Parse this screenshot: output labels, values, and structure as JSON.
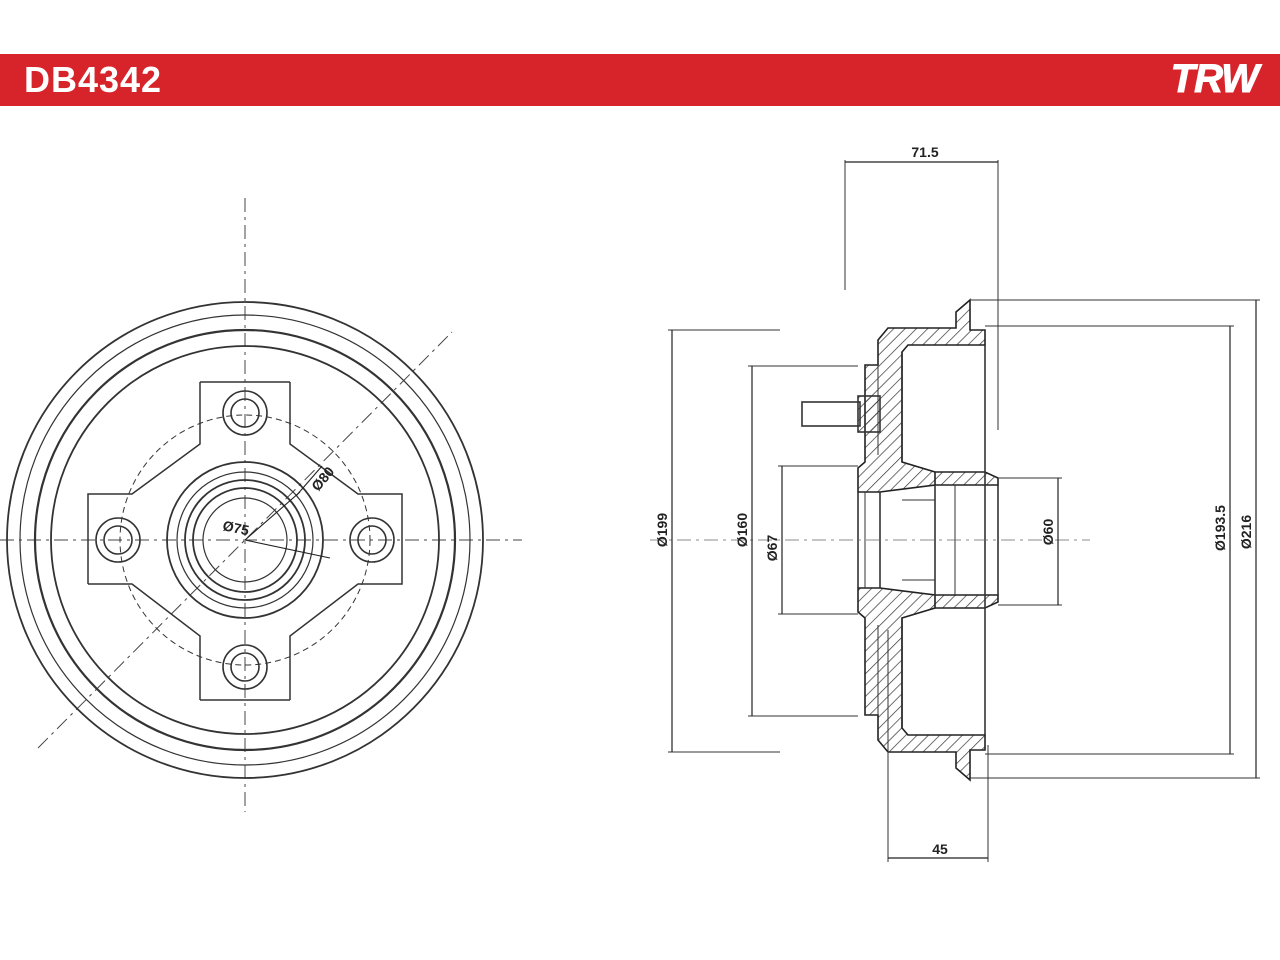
{
  "header": {
    "part_number": "DB4342",
    "brand": "TRW",
    "bar_color": "#d7242a"
  },
  "front_view": {
    "dia_80": "Ø80",
    "dia_75": "Ø75"
  },
  "side_view": {
    "width_71_5": "71.5",
    "width_45": "45",
    "dia_199": "Ø199",
    "dia_160": "Ø160",
    "dia_67": "Ø67",
    "dia_60": "Ø60",
    "dia_193_5": "Ø193.5",
    "dia_216": "Ø216"
  }
}
